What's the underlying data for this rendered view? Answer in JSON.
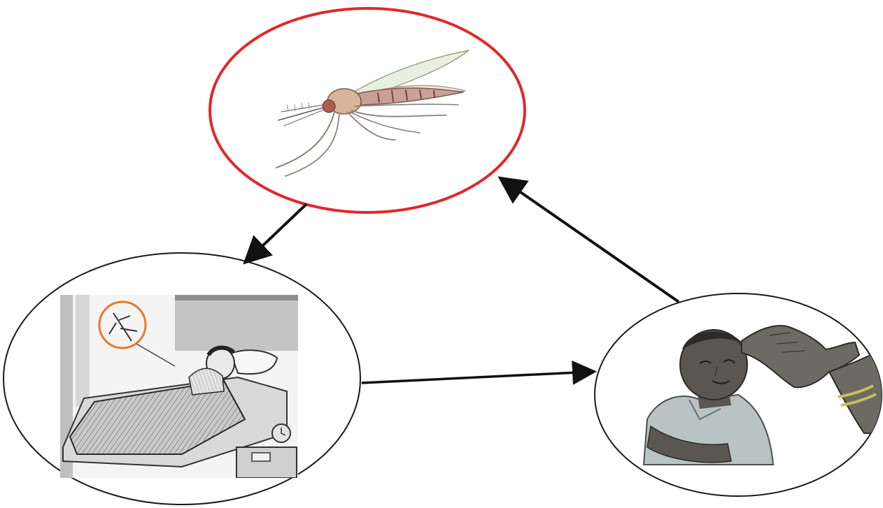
{
  "diagram": {
    "type": "cycle",
    "nodes": [
      {
        "id": "mosquito",
        "ring_color": "#e0282b",
        "icon": "mosquito-icon"
      },
      {
        "id": "sleeping-person",
        "ring_color": "#1a1a1a",
        "icon": "bed-icon",
        "inset_ring_color": "#e8782a"
      },
      {
        "id": "sick-child",
        "ring_color": "#1a1a1a",
        "icon": "sick-child-icon"
      }
    ],
    "edges": [
      {
        "from": "mosquito",
        "to": "sleeping-person"
      },
      {
        "from": "sleeping-person",
        "to": "sick-child"
      },
      {
        "from": "sick-child",
        "to": "mosquito"
      }
    ],
    "colors": {
      "arrow": "#111111",
      "skin": "#5a5651",
      "shirt": "#b9c3c4",
      "bedsheet": "#9c9c9c"
    }
  }
}
